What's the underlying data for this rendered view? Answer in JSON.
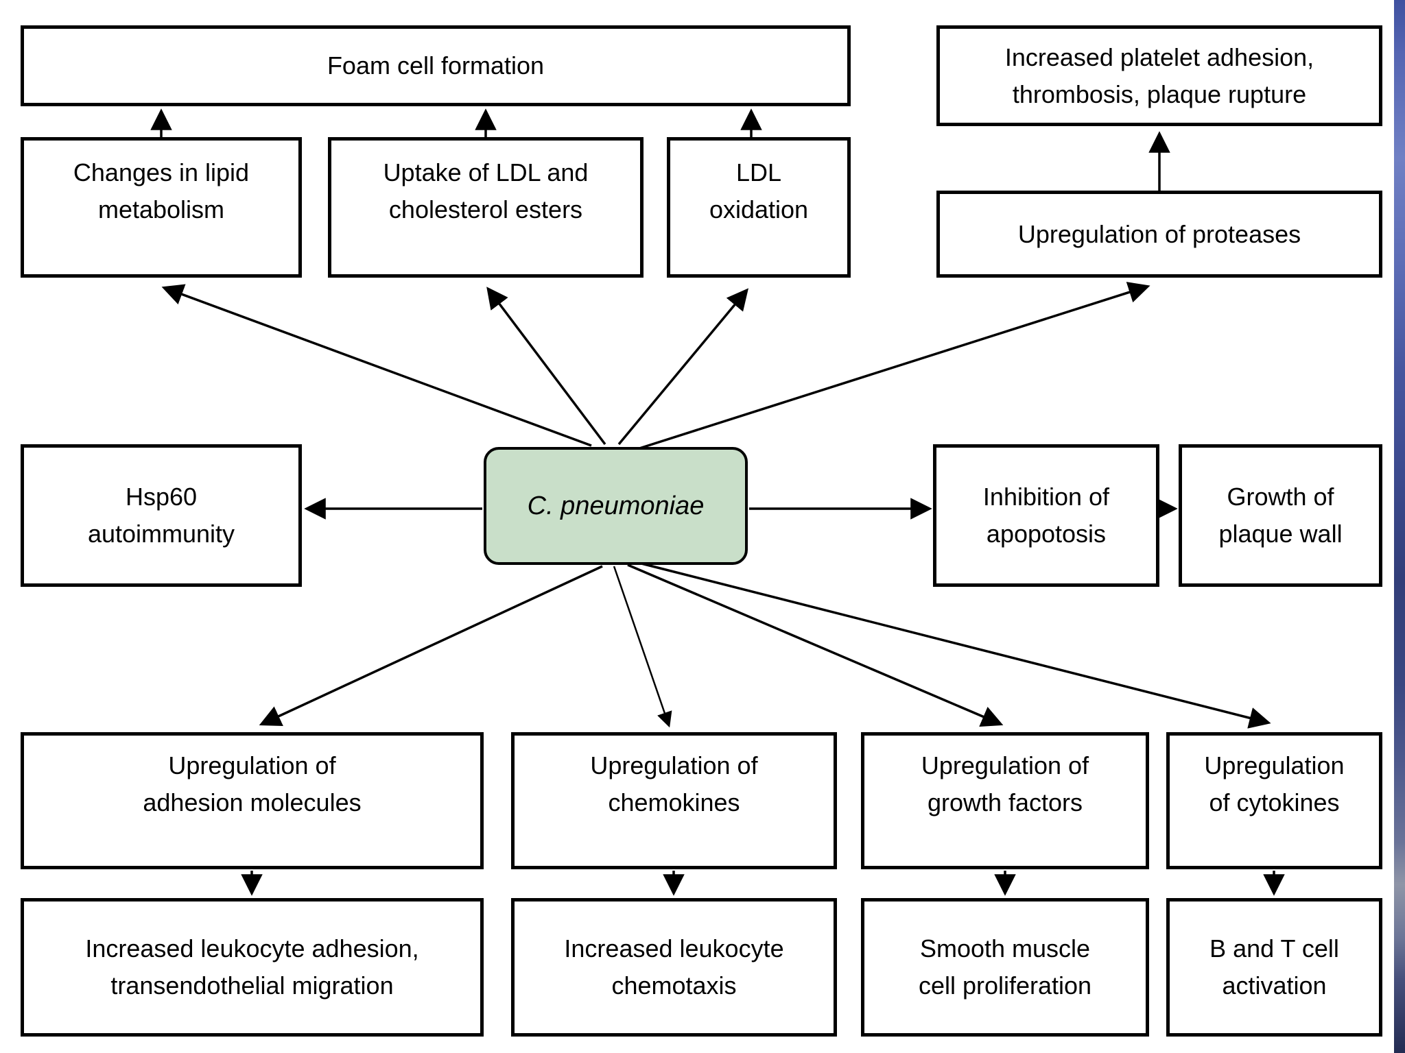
{
  "nodes": {
    "foam": {
      "label": "Foam cell formation"
    },
    "lipid_changes": {
      "label": "Changes in lipid\nmetabolism"
    },
    "uptake_ldl": {
      "label": "Uptake of LDL and\ncholesterol esters"
    },
    "ldl_oxidation": {
      "label": "LDL\noxidation"
    },
    "platelet": {
      "label": "Increased platelet adhesion,\nthrombosis, plaque rupture"
    },
    "proteases": {
      "label": "Upregulation of proteases"
    },
    "hsp60": {
      "label": "Hsp60\nautoimmunity"
    },
    "cpneumoniae": {
      "label": "C. pneumoniae"
    },
    "inhibition_apoptosis": {
      "label": "Inhibition of\napopotosis"
    },
    "plaque_wall": {
      "label": "Growth of\nplaque wall"
    },
    "adhesion_molecules": {
      "label": "Upregulation of\nadhesion molecules"
    },
    "chemokines": {
      "label": "Upregulation of\nchemokines"
    },
    "growth_factors": {
      "label": "Upregulation of\ngrowth factors"
    },
    "cytokines": {
      "label": "Upregulation\nof cytokines"
    },
    "leukocyte_adhesion": {
      "label": "Increased leukocyte adhesion,\ntransendothelial migration"
    },
    "chemotaxis": {
      "label": "Increased leukocyte\nchemotaxis"
    },
    "smooth_muscle": {
      "label": "Smooth muscle\ncell proliferation"
    },
    "b_t_activation": {
      "label": "B and T cell\nactivation"
    }
  },
  "edges": [
    {
      "from": "lipid_changes",
      "to": "foam"
    },
    {
      "from": "uptake_ldl",
      "to": "foam"
    },
    {
      "from": "ldl_oxidation",
      "to": "foam"
    },
    {
      "from": "proteases",
      "to": "platelet"
    },
    {
      "from": "cpneumoniae",
      "to": "lipid_changes"
    },
    {
      "from": "cpneumoniae",
      "to": "uptake_ldl"
    },
    {
      "from": "cpneumoniae",
      "to": "ldl_oxidation"
    },
    {
      "from": "cpneumoniae",
      "to": "proteases"
    },
    {
      "from": "cpneumoniae",
      "to": "hsp60"
    },
    {
      "from": "cpneumoniae",
      "to": "inhibition_apoptosis"
    },
    {
      "from": "inhibition_apoptosis",
      "to": "plaque_wall"
    },
    {
      "from": "cpneumoniae",
      "to": "adhesion_molecules"
    },
    {
      "from": "cpneumoniae",
      "to": "chemokines"
    },
    {
      "from": "cpneumoniae",
      "to": "growth_factors"
    },
    {
      "from": "cpneumoniae",
      "to": "cytokines"
    },
    {
      "from": "adhesion_molecules",
      "to": "leukocyte_adhesion"
    },
    {
      "from": "chemokines",
      "to": "chemotaxis"
    },
    {
      "from": "growth_factors",
      "to": "smooth_muscle"
    },
    {
      "from": "cytokines",
      "to": "b_t_activation"
    }
  ],
  "colors": {
    "background": "#ffffff",
    "box_fill": "#ffffff",
    "box_border": "#000000",
    "arrow": "#000000",
    "center_node_fill": "#c9dfc9",
    "side_strip_top": "#5565b2",
    "side_strip_light": "#7080c4",
    "side_strip_mid": "#3c4a8e",
    "side_strip_gray": "#8f95a7",
    "side_strip_bottom": "#232b52"
  }
}
